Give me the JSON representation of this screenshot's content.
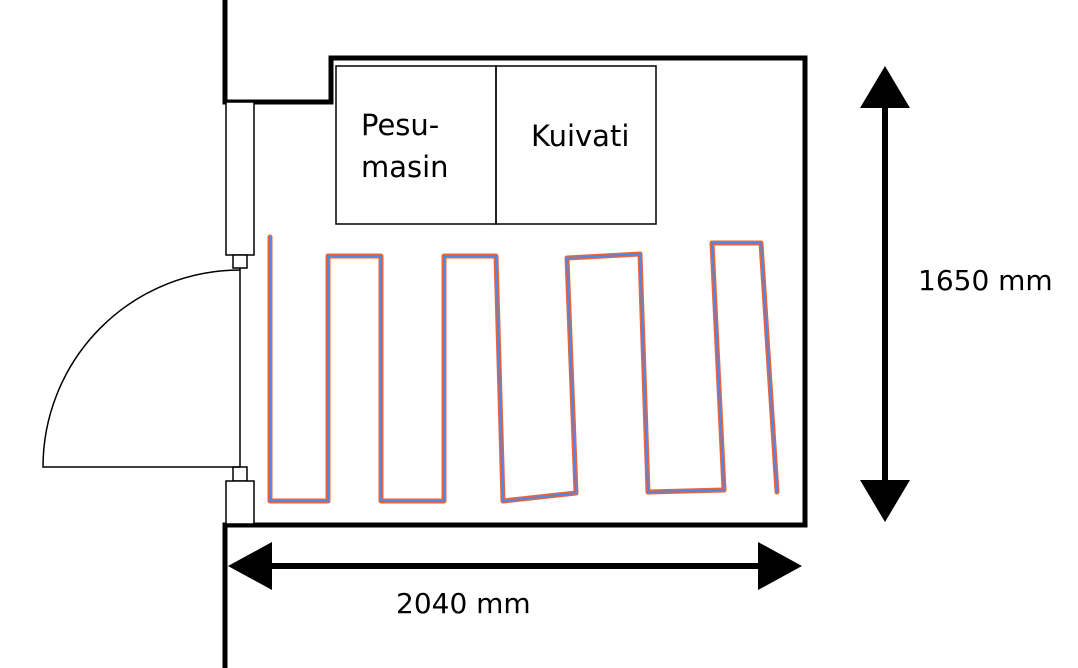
{
  "labels": {
    "washer_line1": "Pesu-",
    "washer_line2": "masin",
    "dryer": "Kuivati",
    "height_dim": "1650 mm",
    "width_dim": "2040 mm"
  },
  "colors": {
    "wall": "#000000",
    "cable_outer": "#e8643a",
    "cable_inner": "#4f86e8"
  }
}
